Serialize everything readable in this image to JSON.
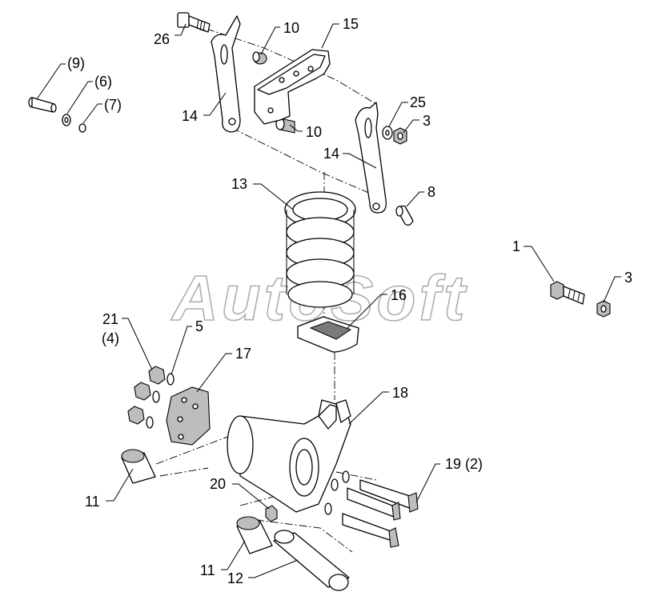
{
  "watermark": "AutoSoft",
  "callouts": [
    {
      "id": "c26",
      "text": "26"
    },
    {
      "id": "c10a",
      "text": "10"
    },
    {
      "id": "c15",
      "text": "15"
    },
    {
      "id": "c9",
      "text": "(9)"
    },
    {
      "id": "c6",
      "text": "(6)"
    },
    {
      "id": "c7",
      "text": "(7)"
    },
    {
      "id": "c14a",
      "text": "14"
    },
    {
      "id": "c10b",
      "text": "10"
    },
    {
      "id": "c25",
      "text": "25"
    },
    {
      "id": "c3a",
      "text": "3"
    },
    {
      "id": "c14b",
      "text": "14"
    },
    {
      "id": "c13",
      "text": "13"
    },
    {
      "id": "c8",
      "text": "8"
    },
    {
      "id": "c1",
      "text": "1"
    },
    {
      "id": "c3b",
      "text": "3"
    },
    {
      "id": "c16",
      "text": "16"
    },
    {
      "id": "c21",
      "text": "21"
    },
    {
      "id": "c4",
      "text": "(4)"
    },
    {
      "id": "c5",
      "text": "5"
    },
    {
      "id": "c17",
      "text": "17"
    },
    {
      "id": "c18",
      "text": "18"
    },
    {
      "id": "c19",
      "text": "19 (2)"
    },
    {
      "id": "c11a",
      "text": "11"
    },
    {
      "id": "c20",
      "text": "20"
    },
    {
      "id": "c11b",
      "text": "11"
    },
    {
      "id": "c12",
      "text": "12"
    }
  ]
}
